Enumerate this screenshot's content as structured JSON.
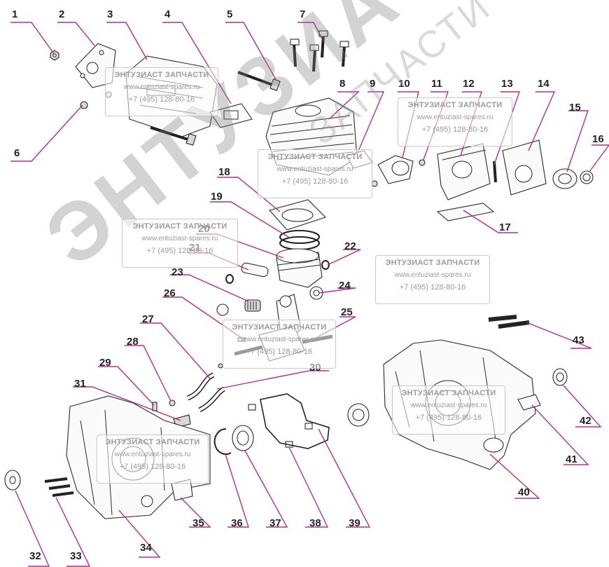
{
  "callouts": [
    "1",
    "2",
    "3",
    "4",
    "5",
    "6",
    "7",
    "8",
    "9",
    "10",
    "11",
    "12",
    "13",
    "14",
    "15",
    "16",
    "17",
    "18",
    "19",
    "20",
    "21",
    "22",
    "23",
    "24",
    "25",
    "26",
    "27",
    "28",
    "29",
    "30",
    "31",
    "32",
    "33",
    "34",
    "35",
    "36",
    "37",
    "38",
    "39",
    "40",
    "41",
    "42",
    "43"
  ],
  "watermark": {
    "title": "ЭНТУЗИАСТ ЗАПЧАСТИ",
    "site": "www.entuziast-spares.ru",
    "phone": "+7 (495) 128-80-16",
    "big_text": "ЭНТУЗИАСТ",
    "small_text": "ЗАПЧАСТИ ®"
  },
  "colors": {
    "leader": "#b0308f",
    "ink": "#222222"
  }
}
